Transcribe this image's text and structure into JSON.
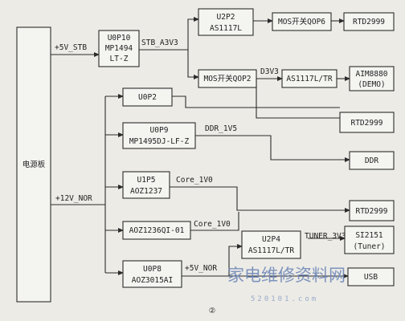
{
  "diagram": {
    "figure_label": "②",
    "blocks": {
      "power_board": "电源板",
      "u0p10": [
        "U0P10",
        "MP1494",
        "LT-Z"
      ],
      "u0p2": "U0P2",
      "u0p9": [
        "U0P9",
        "MP1495DJ-LF-Z"
      ],
      "u1p5": [
        "U1P5",
        "AOZ1237"
      ],
      "aoz1236": "AOZ1236QI-01",
      "u0p8": [
        "U0P8",
        "AOZ3015AI"
      ],
      "u2p2": [
        "U2P2",
        "AS1117L"
      ],
      "mos_qop6": "MOS开关QOP6",
      "mos_qop2": "MOS开关QOP2",
      "as1117l_tr": "AS1117L/TR",
      "u2p4": [
        "U2P4",
        "AS1117L/TR"
      ],
      "rtd_1": "RTD2999",
      "aim8880": [
        "AIM8880",
        "(DEMO)"
      ],
      "rtd_2": "RTD2999",
      "ddr": "DDR",
      "rtd_3": "RTD2999",
      "si2151": [
        "SI2151",
        "(Tuner)"
      ],
      "usb": "USB"
    },
    "net_labels": {
      "plus5v_stb": "+5V_STB",
      "stb_a3v3": "STB_A3V3",
      "d3v3": "D3V3",
      "ddr_1v5": "DDR_1V5",
      "core_1v0_a": "Core_1V0",
      "core_1v0_b": "Core_1V0",
      "plus12v_nor": "+12V_NOR",
      "plus5v_nor": "+5V_NOR",
      "tuner_3v3": "TUNER_3V3"
    },
    "watermark": {
      "text": "家电维修资料网",
      "url": "520101.com"
    }
  }
}
